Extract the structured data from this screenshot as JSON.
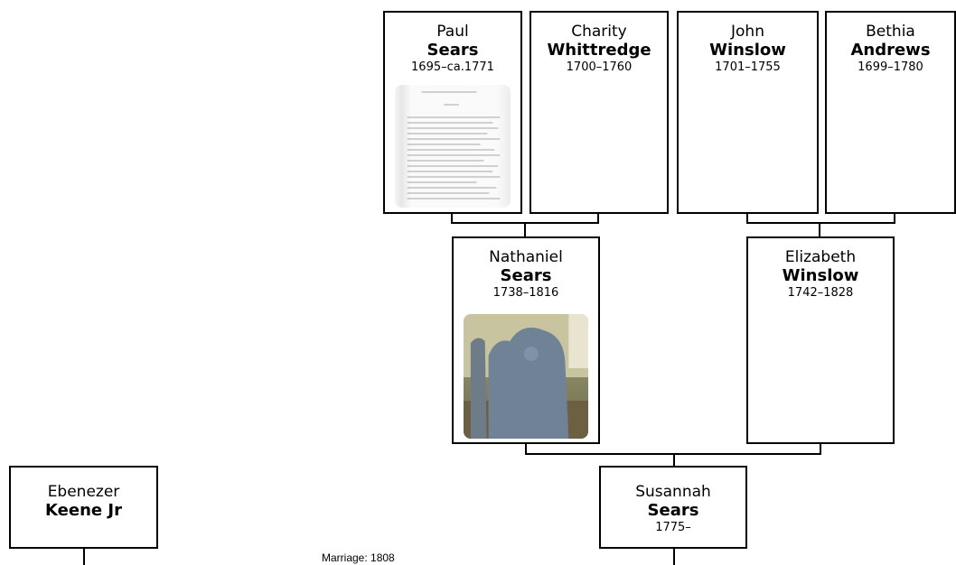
{
  "people": {
    "paul": {
      "given": "Paul",
      "surname": "Sears",
      "dates": "1695–ca.1771"
    },
    "charity": {
      "given": "Charity",
      "surname": "Whittredge",
      "dates": "1700–1760"
    },
    "john": {
      "given": "John",
      "surname": "Winslow",
      "dates": "1701–1755"
    },
    "bethia": {
      "given": "Bethia",
      "surname": "Andrews",
      "dates": "1699–1780"
    },
    "nathaniel": {
      "given": "Nathaniel",
      "surname": "Sears",
      "dates": "1738–1816"
    },
    "elizabeth": {
      "given": "Elizabeth",
      "surname": "Winslow",
      "dates": "1742–1828"
    },
    "ebenezer": {
      "given": "Ebenezer",
      "surname": "Keene Jr",
      "dates": ""
    },
    "susannah": {
      "given": "Susannah",
      "surname": "Sears",
      "dates": "1775–"
    }
  },
  "marriage": {
    "label": "Marriage: 1808"
  }
}
